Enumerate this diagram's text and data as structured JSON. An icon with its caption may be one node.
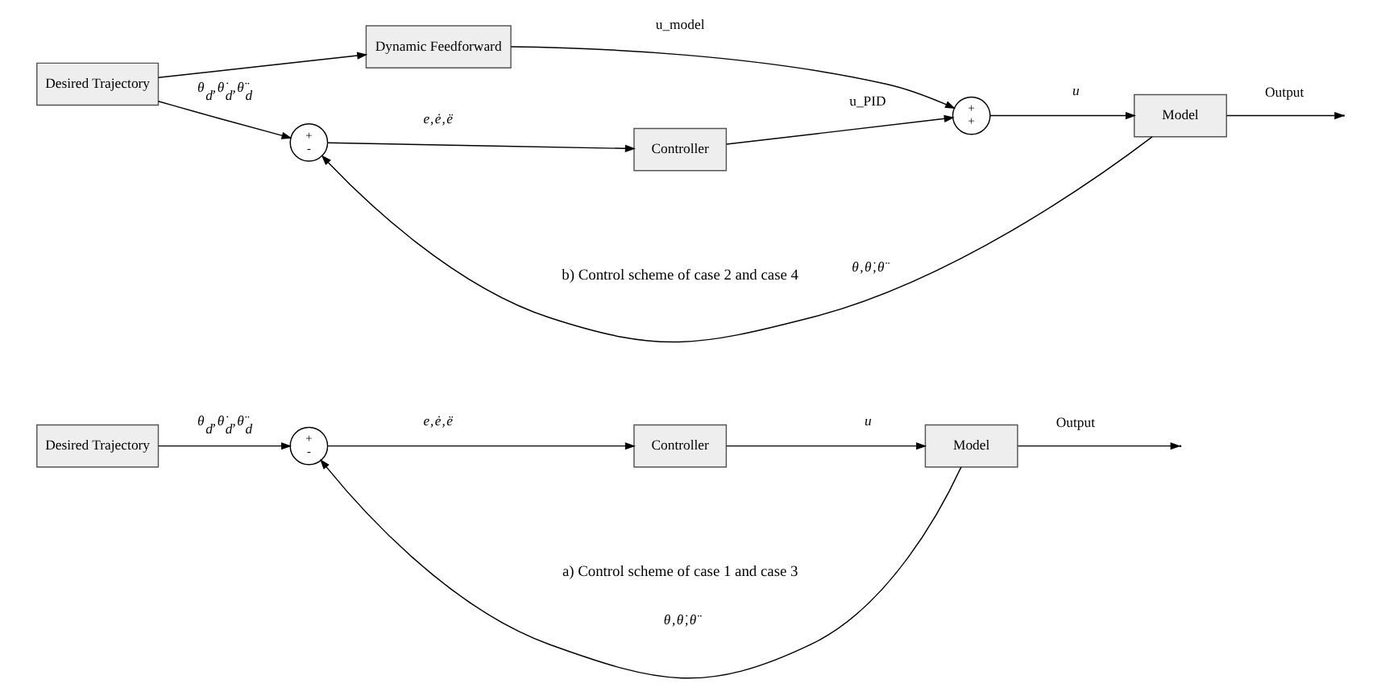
{
  "diagram": {
    "nodes": [
      {
        "text": [
          "Desired Trajectory"
        ]
      },
      {
        "text": [
          "+",
          "-"
        ]
      },
      {
        "text": [
          "Controller"
        ]
      },
      {
        "text": [
          "Model"
        ]
      },
      {
        "text": [
          "Desired Trajectory"
        ]
      },
      {
        "text": [
          "Dynamic Feedforward"
        ]
      },
      {
        "text": [
          "+",
          "-"
        ]
      },
      {
        "text": [
          "Controller"
        ]
      },
      {
        "text": [
          "+",
          "+"
        ]
      },
      {
        "text": [
          "Model"
        ]
      }
    ],
    "edges": [
      {
        "from": 0,
        "to": 1,
        "arrow": "to",
        "label": "*θ*$_{d}$,*θ̇*$_{d}$,*θ̈*$_{d}$"
      },
      {
        "from": 1,
        "to": 2,
        "arrow": "to",
        "label": "*e*,*ė*,*ë*"
      },
      {
        "from": 2,
        "to": 3,
        "arrow": "to",
        "label": "*u*"
      },
      {
        "from": 3,
        "to": null,
        "arrow": "to",
        "label": "Output"
      },
      {
        "from": 3,
        "to": 1,
        "arrow": "to",
        "label": "*θ*,*θ̇*,*θ̈*"
      },
      {
        "from": 4,
        "to": 5,
        "arrow": "to"
      },
      {
        "from": 4,
        "to": 6,
        "arrow": "to",
        "label": "*θ*$_{d}$,*θ̇*$_{d}$,*θ̈*$_{d}$"
      },
      {
        "from": 6,
        "to": 7,
        "arrow": "to",
        "label": "*e*,*ė*,*ë*"
      },
      {
        "from": 7,
        "to": 8,
        "arrow": "to",
        "label": "u_PID"
      },
      {
        "from": 5,
        "to": 8,
        "arrow": "to",
        "label": "u_model"
      },
      {
        "from": 8,
        "to": 9,
        "arrow": "to",
        "label": "*u*"
      },
      {
        "from": 9,
        "to": null,
        "arrow": "to",
        "label": "Output"
      },
      {
        "from": 9,
        "to": 6,
        "arrow": "to",
        "label": "*θ*,*θ̇*,*θ̈*"
      }
    ],
    "labels": [
      "a) Control scheme of case 1 and case 3",
      "b) Control scheme of case 2 and case 4"
    ]
  }
}
